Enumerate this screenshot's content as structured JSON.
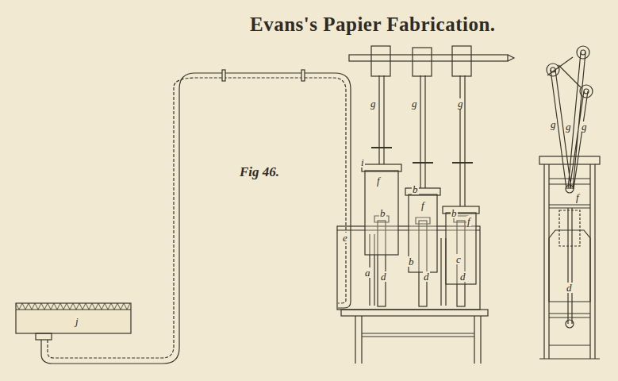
{
  "diagram": {
    "title": "Evans's Papier Fabrication.",
    "labels": [
      "Fig 46.",
      "j",
      "e",
      "g",
      "g",
      "g",
      "i",
      "f",
      "b",
      "f",
      "b",
      "f",
      "b",
      "a",
      "d",
      "b",
      "d",
      "c",
      "d",
      "g",
      "g",
      "g",
      "f",
      "d"
    ]
  }
}
